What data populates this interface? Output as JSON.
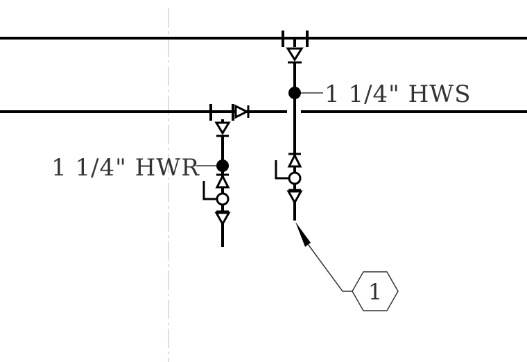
{
  "labels": {
    "supply": "1 1/4\" HWS",
    "return": "1 1/4\" HWR"
  },
  "callout": {
    "tag": "1"
  },
  "colors": {
    "line": "#000000",
    "text": "#333333",
    "gridline": "#c8c8c8"
  }
}
